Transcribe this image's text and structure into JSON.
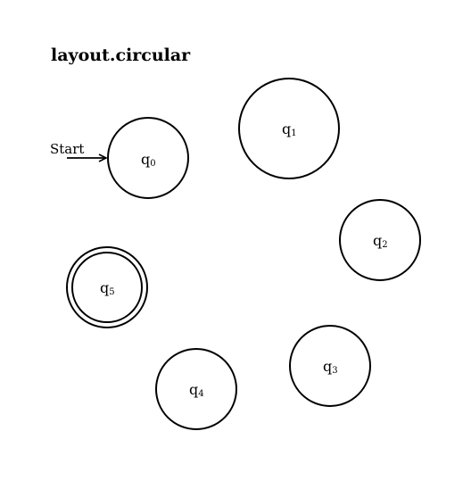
{
  "title": "layout.circular",
  "start_label": "Start",
  "states": [
    {
      "id": "q0",
      "base": "q",
      "sub": "0",
      "accepting": false,
      "start": true
    },
    {
      "id": "q1",
      "base": "q",
      "sub": "1",
      "accepting": false,
      "start": false
    },
    {
      "id": "q2",
      "base": "q",
      "sub": "2",
      "accepting": false,
      "start": false
    },
    {
      "id": "q3",
      "base": "q",
      "sub": "3",
      "accepting": false,
      "start": false
    },
    {
      "id": "q4",
      "base": "q",
      "sub": "4",
      "accepting": false,
      "start": false
    },
    {
      "id": "q5",
      "base": "q",
      "sub": "5",
      "accepting": true,
      "start": false
    }
  ]
}
